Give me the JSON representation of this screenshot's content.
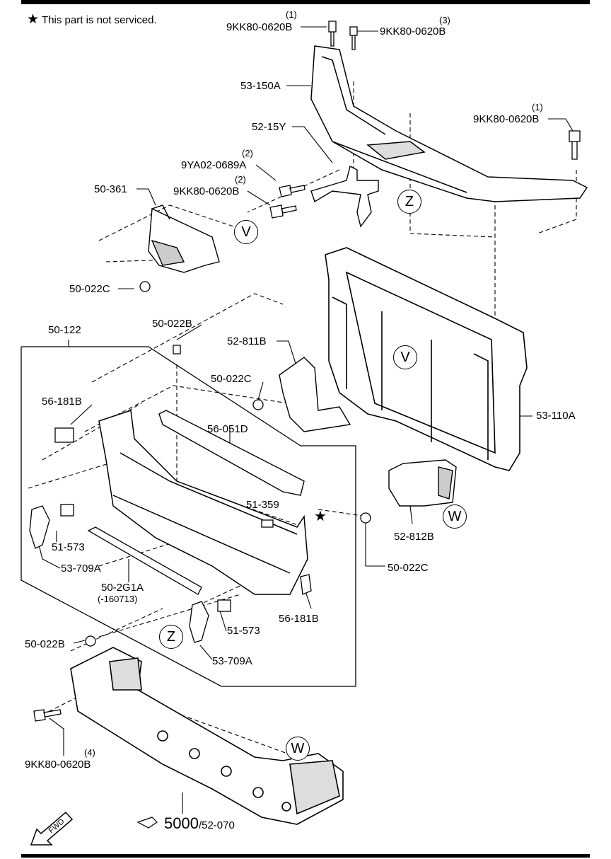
{
  "note": {
    "symbol": "★",
    "text": "This part is not serviced."
  },
  "parts": {
    "p_9kk_top1": "9KK80-0620B",
    "p_9kk_top3": "9KK80-0620B",
    "p_53150a": "53-150A",
    "p_9kk_right1": "9KK80-0620B",
    "p_5215y": "52-15Y",
    "p_9ya": "9YA02-0689A",
    "p_9kk_mid2": "9KK80-0620B",
    "p_50361": "50-361",
    "p_50022c_a": "50-022C",
    "p_50022b_a": "50-022B",
    "p_50122": "50-122",
    "p_52811b": "52-811B",
    "p_50022c_b": "50-022C",
    "p_56181b_a": "56-181B",
    "p_56051d": "56-051D",
    "p_53110a": "53-110A",
    "p_51359": "51-359",
    "p_52812b": "52-812B",
    "p_51573_a": "51-573",
    "p_53709a_a": "53-709A",
    "p_502g1a": "50-2G1A",
    "p_502g1a_note": "(-160713)",
    "p_50022c_c": "50-022C",
    "p_56181b_b": "56-181B",
    "p_51573_b": "51-573",
    "p_50022b_b": "50-022B",
    "p_53709a_b": "53-709A",
    "p_9kk_bottom4": "9KK80-0620B"
  },
  "quantities": {
    "q_top1": "(1)",
    "q_top3": "(3)",
    "q_right1": "(1)",
    "q_9ya": "(2)",
    "q_mid2": "(2)",
    "q_bottom4": "(4)"
  },
  "callouts": {
    "c_z1": "Z",
    "c_v1": "V",
    "c_v2": "V",
    "c_w1": "W",
    "c_z2": "Z",
    "c_w2": "W"
  },
  "footer": {
    "code_main": "5000",
    "code_sep": "/",
    "code_sub": "52-070",
    "fwd": "FWD"
  }
}
